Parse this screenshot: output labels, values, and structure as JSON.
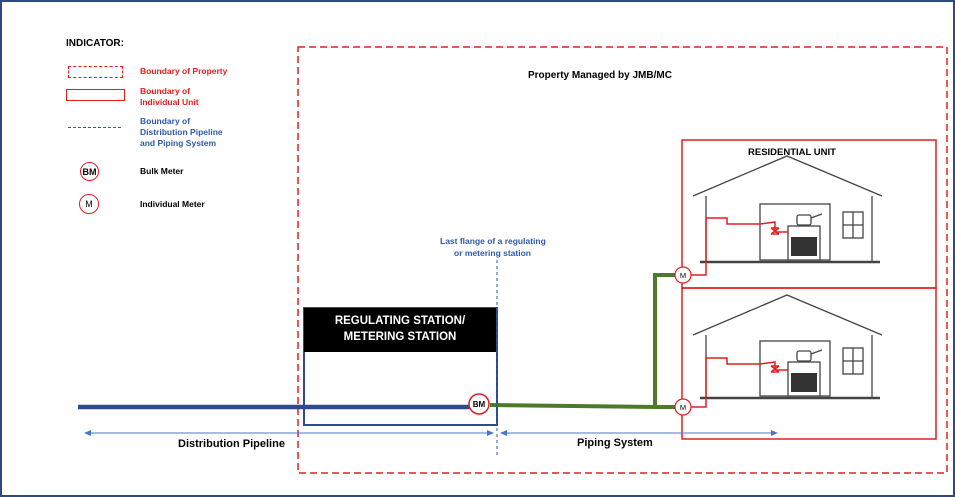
{
  "legend": {
    "title": "INDICATOR:",
    "boundary_property": "Boundary of Property",
    "boundary_unit_1": "Boundary of",
    "boundary_unit_2": "Individual Unit",
    "boundary_pipe_1": "Boundary of",
    "boundary_pipe_2": "Distribution Pipeline",
    "boundary_pipe_3": "and Piping System",
    "bulk_meter_symbol": "BM",
    "bulk_meter": "Bulk Meter",
    "individual_meter_symbol": "M",
    "individual_meter": "Individual Meter"
  },
  "diagram": {
    "property_title": "Property Managed by JMB/MC",
    "residential_unit": "RESIDENTIAL UNIT",
    "flange_1": "Last flange of a regulating",
    "flange_2": "or metering station",
    "station_1": "REGULATING STATION/",
    "station_2": "METERING STATION",
    "bulk_meter_symbol": "BM",
    "meter_symbol": "M",
    "distribution_pipeline": "Distribution Pipeline",
    "piping_system": "Piping System"
  },
  "colors": {
    "property_boundary": "#e02020",
    "distribution_pipe": "#2e4a8a",
    "piping_system": "#4a7a2a",
    "meter_circle": "#e02020",
    "gas_line": "#e02020",
    "frame": "#2e4a7f"
  }
}
